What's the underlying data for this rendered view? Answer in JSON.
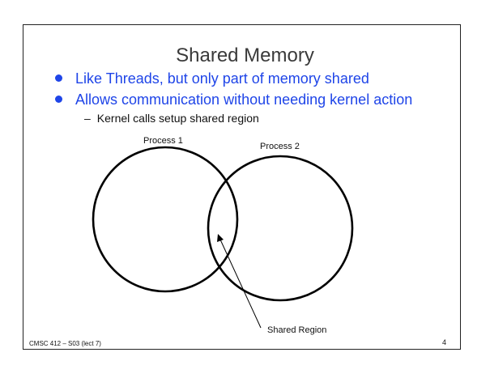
{
  "slide": {
    "title": "Shared Memory",
    "bullets": [
      "Like Threads, but only part of memory shared",
      "Allows communication without needing kernel action"
    ],
    "sub_bullet": "Kernel calls setup shared region",
    "diagram": {
      "process1_label": "Process 1",
      "process2_label": "Process 2",
      "shared_label": "Shared Region"
    },
    "footer": {
      "course": "CMSC 412 – S03  (lect 7)",
      "page": "4"
    }
  },
  "colors": {
    "bullet_text": "#1f45e8",
    "title_text": "#3a3a3a"
  }
}
